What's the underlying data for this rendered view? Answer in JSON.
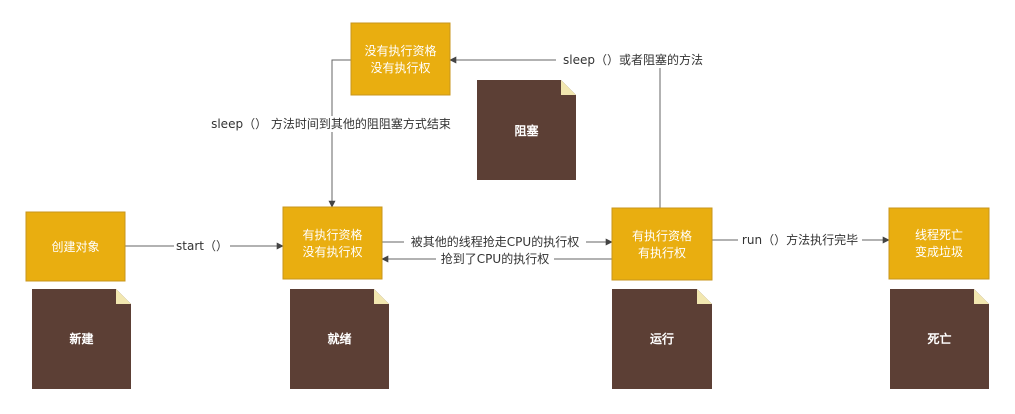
{
  "colors": {
    "state_fill": "#e9ae10",
    "state_stroke": "#c8961c",
    "note_fill": "#5c3f35",
    "note_fold": "#f2e7b0",
    "edge": "#666666",
    "label": "#333333",
    "background": "#ffffff"
  },
  "states": {
    "create": {
      "line1": "创建对象"
    },
    "ready": {
      "line1": "有执行资格",
      "line2": "没有执行权"
    },
    "running": {
      "line1": "有执行资格",
      "line2": "有执行权"
    },
    "dead": {
      "line1": "线程死亡",
      "line2": "变成垃圾"
    },
    "blocked": {
      "line1": "没有执行资格",
      "line2": "没有执行权"
    }
  },
  "notes": {
    "new": "新建",
    "ready": "就绪",
    "running": "运行",
    "dead": "死亡",
    "blocked": "阻塞"
  },
  "edges": {
    "start": "start（）",
    "preempted": "被其他的线程抢走CPU的执行权",
    "got_cpu": "抢到了CPU的执行权",
    "run_done": "run（）方法执行完毕",
    "sleep_block": "sleep（）或者阻塞的方法",
    "sleep_end": "sleep（） 方法时间到其他的阻阻塞方式结束"
  }
}
